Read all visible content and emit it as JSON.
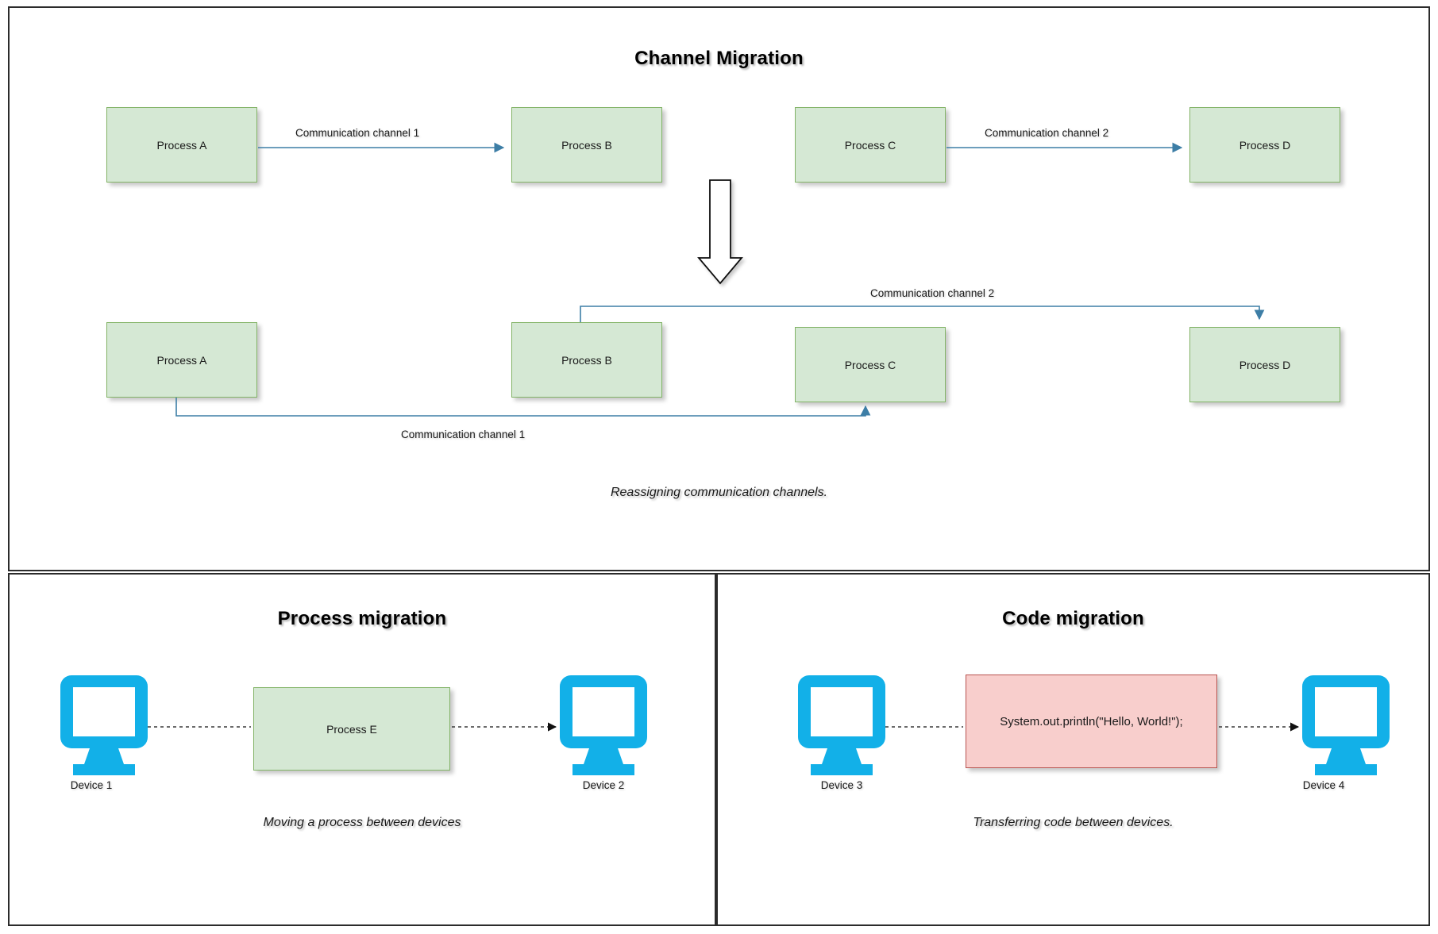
{
  "panels": {
    "channel": {
      "title": "Channel Migration",
      "caption": "Reassigning communication channels.",
      "before": {
        "boxes": [
          {
            "id": "a",
            "label": "Process A"
          },
          {
            "id": "b",
            "label": "Process B"
          },
          {
            "id": "c",
            "label": "Process C"
          },
          {
            "id": "d",
            "label": "Process D"
          }
        ],
        "edges": [
          {
            "id": "ab",
            "label": "Communication channel 1",
            "from": "Process A",
            "to": "Process B"
          },
          {
            "id": "cd",
            "label": "Communication channel 2",
            "from": "Process C",
            "to": "Process D"
          }
        ]
      },
      "after": {
        "boxes": [
          {
            "id": "a2",
            "label": "Process A"
          },
          {
            "id": "b2",
            "label": "Process B"
          },
          {
            "id": "c2",
            "label": "Process C"
          },
          {
            "id": "d2",
            "label": "Process D"
          }
        ],
        "edges": [
          {
            "id": "bd",
            "label": "Communication channel 2",
            "from": "Process B",
            "to": "Process D"
          },
          {
            "id": "ac",
            "label": "Communication channel 1",
            "from": "Process A",
            "to": "Process C"
          }
        ]
      }
    },
    "process": {
      "title": "Process migration",
      "caption": "Moving a process between devices",
      "device_left": "Device 1",
      "device_right": "Device 2",
      "payload": "Process E"
    },
    "code": {
      "title": "Code migration",
      "caption": "Transferring code between devices.",
      "device_left": "Device 3",
      "device_right": "Device 4",
      "payload": "System.out.println(\"Hello, World!\");"
    }
  },
  "colors": {
    "process_fill": "#d5e8d4",
    "process_stroke": "#82b366",
    "code_fill": "#f8cecc",
    "code_stroke": "#b85450",
    "edge": "#3d7ea6",
    "monitor": "#12b0e8",
    "frame": "#2b2b2b"
  },
  "icons": {
    "monitor": "monitor-icon",
    "big_arrow": "down-arrow-transition"
  }
}
